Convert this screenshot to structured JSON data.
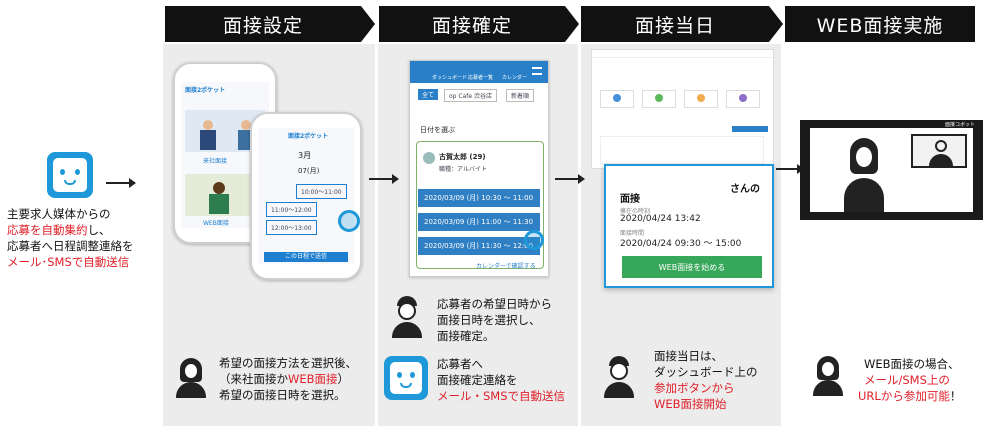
{
  "headers": [
    "面接設定",
    "面接確定",
    "面接当日",
    "WEB面接実施"
  ],
  "left": {
    "line1": "主要求人媒体からの",
    "line2_red": "応募を自動集約",
    "line2_rest": "し、",
    "line3": "応募者へ日程調整連絡を",
    "line4_red": "メール･SMSで自動送信"
  },
  "col1": {
    "phone_back": {
      "header": "面接2ポケット",
      "option1": "来社面接",
      "option2": "WEB面接"
    },
    "phone_front": {
      "header": "面接2ポケット",
      "month": "3月",
      "date": "07(月)",
      "time1": "10:00〜11:00",
      "time2": "11:00〜12:00",
      "time3": "12:00〜13:00",
      "confirm": "この日程で送信"
    },
    "caption": {
      "line1": "希望の面接方法を選択後、",
      "line2_pre": "（来社面接か",
      "line2_red": "WEB面接",
      "line2_post": "）",
      "line3": "希望の面接日時を選択。"
    }
  },
  "col2": {
    "app": {
      "nav": [
        "ダッシュボード",
        "応募者一覧",
        "カレンダー"
      ],
      "tabs": [
        "全て",
        "op Cafe 渋谷店",
        "新着順"
      ],
      "section": "日付を選ぶ",
      "applicant": "古賀太郎 (29)",
      "job": "職種：アルバイト",
      "slot1": "2020/03/09 (月) 10:30 〜 11:00",
      "slot2": "2020/03/09 (月) 11:00 〜 11:30",
      "slot3": "2020/03/09 (月) 11:30 〜 12:00",
      "calendar_link": "カレンダーで確認する"
    },
    "caption_top": {
      "line1": "応募者の希望日時から",
      "line2": "面接日時を選択し、",
      "line3": "面接確定。"
    },
    "caption_bottom": {
      "line1": "応募者へ",
      "line2": "面接確定連絡を",
      "line3_red": "メール・SMSで自動送信"
    }
  },
  "col3": {
    "popup": {
      "name_suffix": "さんの",
      "title": "面接",
      "received_label": "擁在の時刻",
      "received": "2020/04/24 13:42",
      "time_label": "面接時間",
      "time": "2020/04/24 09:30 〜 15:00",
      "button": "WEB面接を始める"
    },
    "caption": {
      "line1": "面接当日は、",
      "line2": "ダッシュボード上の",
      "line3_red": "参加ボタンから",
      "line4_red": "WEB面接開始"
    }
  },
  "col4": {
    "brand": "面接コボット",
    "caption": {
      "line1": "WEB面接の場合、",
      "line2_red": "メール/SMS上の",
      "line3_red": "URLから参加可能",
      "line3_post": "！"
    }
  },
  "colors": {
    "header_bg": "#111111",
    "column_bg": "#ececec",
    "accent_red": "#e0202a",
    "robot_blue": "#1e98d8",
    "app_blue": "#2f7fc4",
    "start_green": "#37a85a"
  }
}
